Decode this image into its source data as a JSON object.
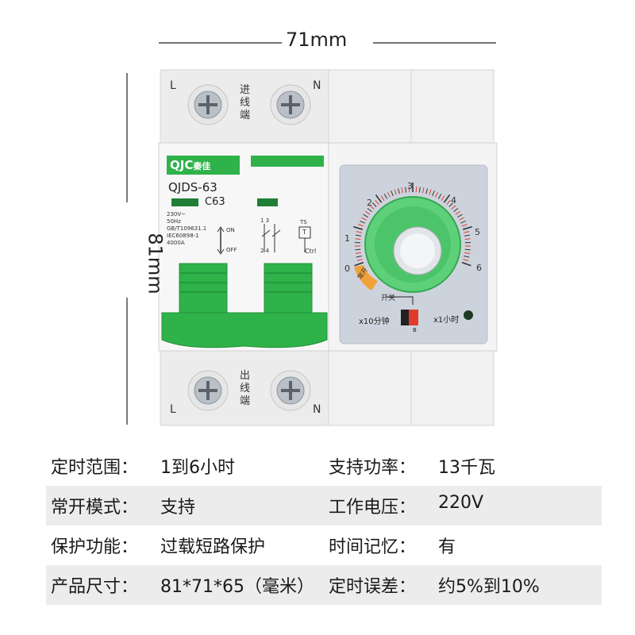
{
  "dimensions": {
    "width_label": "71mm",
    "height_label": "81mm"
  },
  "device": {
    "brand": "QJC",
    "brand_cn": "秦佳",
    "model": "QJDS-63",
    "rating": "C63",
    "specs_small": [
      "230V~",
      "50Hz",
      "GB/T109631.1",
      "IEC60898-1",
      "4000A"
    ],
    "on_label": "ON",
    "off_label": "OFF",
    "terminal_in_label": [
      "进",
      "线",
      "端"
    ],
    "terminal_out_label": [
      "出",
      "线",
      "端"
    ],
    "terminal_L": "L",
    "terminal_N": "N",
    "schematic_ts": "TS",
    "schematic_t": "T",
    "schematic_ctrl": "Ctrl",
    "schematic_top": "1 3",
    "schematic_bottom": "2 4",
    "dial_numbers": [
      "0",
      "1",
      "2",
      "3",
      "4",
      "5",
      "6"
    ],
    "dial_always_on": "常开",
    "dial_switch": "开关",
    "mode_left": "x10分钟",
    "mode_right": "x1小时",
    "mode_switch_label": "B",
    "colors": {
      "green": "#2fb24a",
      "light_green": "#5fd07a",
      "body": "#efefef",
      "panel": "#cdd3dc",
      "red": "#e23a2a"
    }
  },
  "specs": [
    [
      {
        "key": "定时范围：",
        "value": "1到6小时"
      },
      {
        "key": "支持功率：",
        "value": "13千瓦"
      }
    ],
    [
      {
        "key": "常开模式：",
        "value": "支持"
      },
      {
        "key": "工作电压：",
        "value": "220V"
      }
    ],
    [
      {
        "key": "保护功能：",
        "value": "过载短路保护"
      },
      {
        "key": "时间记忆：",
        "value": "有"
      }
    ],
    [
      {
        "key": "产品尺寸：",
        "value": "81*71*65（毫米）"
      },
      {
        "key": "定时误差：",
        "value": "约5%到10%"
      }
    ]
  ]
}
